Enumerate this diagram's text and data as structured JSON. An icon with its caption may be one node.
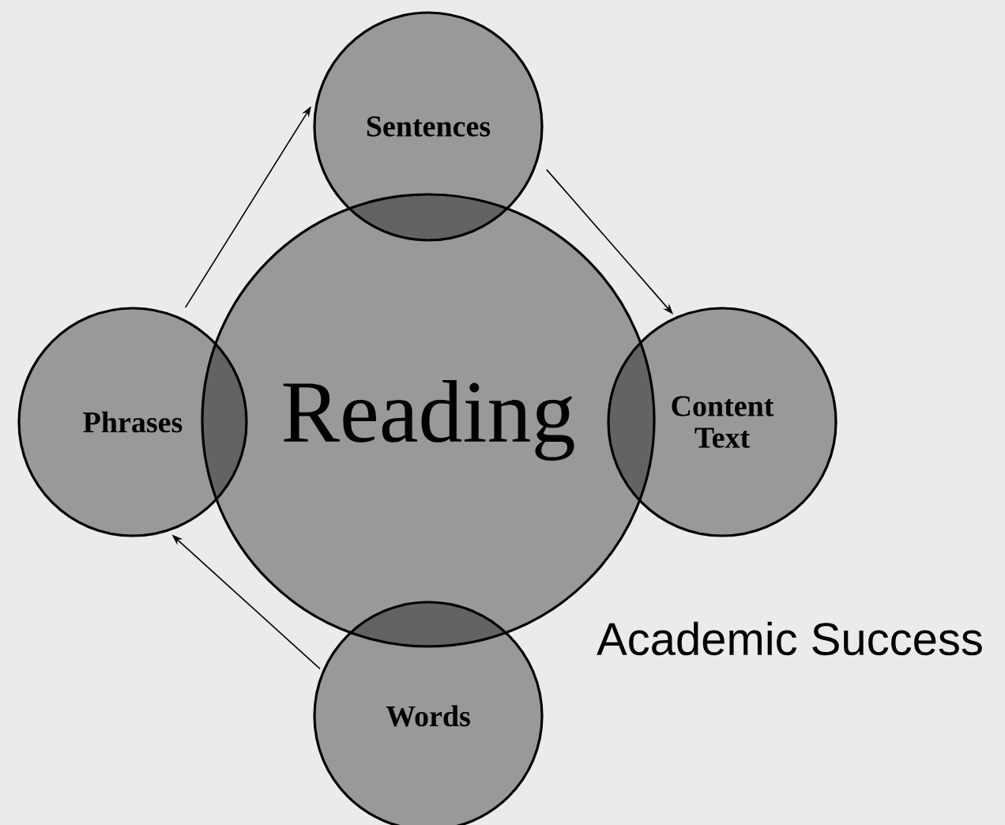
{
  "diagram": {
    "nodes": [
      {
        "text": [
          "Sentences"
        ]
      },
      {
        "text": [
          "Phrases"
        ]
      },
      {
        "text": [
          "Reading"
        ]
      },
      {
        "text": [
          "Content Text"
        ]
      },
      {
        "text": [
          "Words"
        ]
      }
    ],
    "edges": [
      {
        "from": 1,
        "to": 0,
        "arrow": "to"
      },
      {
        "from": 0,
        "to": 3,
        "arrow": "to"
      },
      {
        "from": 4,
        "to": 1,
        "arrow": "to"
      }
    ],
    "labels": [
      "Academic Success"
    ]
  }
}
